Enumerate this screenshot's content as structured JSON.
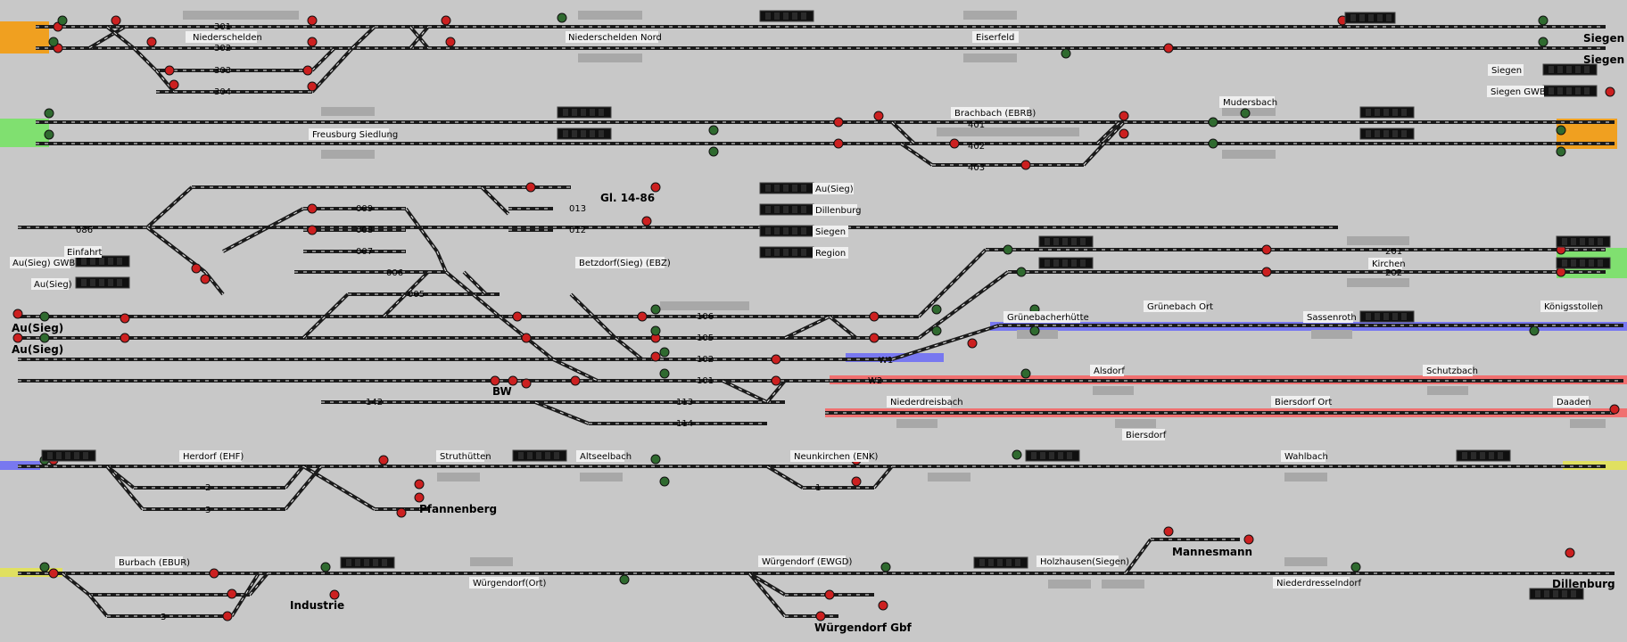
{
  "app": {
    "title": "Stellwerk-Gleisbild Betzdorf (Sieg)"
  },
  "colors": {
    "background": "#c8c8c8",
    "track": "#1a1a1a",
    "track_dash": "#f0f0f0",
    "signal_red": "#cc2020",
    "signal_green": "#2f6a2f",
    "platform": "#a8a8a8",
    "zone_orange": "#f0a020",
    "zone_green": "#80e070",
    "zone_blue": "#7878f0",
    "zone_red": "#f07070",
    "zone_yellow": "#e0e060",
    "display_bg": "#101010"
  },
  "stations": {
    "niederschelden": "Niederschelden",
    "niederschelden_nord": "Niederschelden Nord",
    "eiserfeld": "Eiserfeld",
    "siegen_1": "Siegen",
    "siegen_2": "Siegen",
    "siegen_small": "Siegen",
    "siegen_gwb": "Siegen GWB",
    "freusburg": "Freusburg Siedlung",
    "brachbach": "Brachbach (EBRB)",
    "mudersbach": "Mudersbach",
    "gl_14_86": "Gl. 14-86",
    "au_sieg_sig": "Au(Sieg)",
    "dillenburg_sig": "Dillenburg",
    "siegen_sig": "Siegen",
    "region_sig": "Region",
    "einfahrt": "Einfahrt",
    "au_sieg_gwb": "Au(Sieg) GWB",
    "au_sieg_small": "Au(Sieg)",
    "au_sieg_1": "Au(Sieg)",
    "au_sieg_2": "Au(Sieg)",
    "betzdorf": "Betzdorf(Sieg) (EBZ)",
    "gruenebacherhuette": "Grünebacherhütte",
    "gruenebach_ort": "Grünebach Ort",
    "sassenroth": "Sassenroth",
    "koenigsstollen": "Königsstollen",
    "kirchen": "Kirchen",
    "alsdorf": "Alsdorf",
    "schutzbach": "Schutzbach",
    "niederdreisbach": "Niederdreisbach",
    "biersdorf_ort": "Biersdorf Ort",
    "biersdorf": "Biersdorf",
    "daaden": "Daaden",
    "bw": "BW",
    "herdorf": "Herdorf (EHF)",
    "struthuetten": "Struthütten",
    "altseelbach": "Altseelbach",
    "neunkirchen": "Neunkirchen (ENK)",
    "wahlbach": "Wahlbach",
    "pfannenberg": "Pfannenberg",
    "burbach": "Burbach (EBUR)",
    "wuergendorf_ort": "Würgendorf(Ort)",
    "wuergendorf_ewgd": "Würgendorf (EWGD)",
    "holzhausen": "Holzhausen(Siegen)",
    "mannesmann": "Mannesmann",
    "niederdresselndorf": "Niederdresselndorf",
    "dillenburg": "Dillenburg",
    "industrie": "Industrie",
    "wuergendorf_gbf": "Würgendorf Gbf"
  },
  "track_numbers": {
    "t301": "301",
    "t302": "302",
    "t303": "303",
    "t304": "304",
    "t401": "401",
    "t402": "402",
    "t403": "403",
    "t086": "086",
    "t008": "008",
    "t009": "009",
    "t007": "007",
    "t006": "006",
    "t005": "005",
    "t013": "013",
    "t012": "012",
    "t106": "106",
    "t105": "105",
    "t102": "102",
    "t101": "101",
    "t113": "113",
    "t114": "114",
    "t142": "142",
    "t201": "201",
    "t202": "202",
    "w1": "W1",
    "w2": "W2",
    "h2": "2",
    "h3": "3",
    "n1": "1",
    "b3": "3"
  }
}
